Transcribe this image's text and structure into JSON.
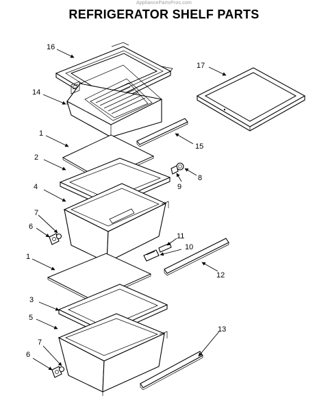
{
  "header": {
    "watermark": "AppliancePartsPros.com",
    "title": "REFRIGERATOR SHELF PARTS"
  },
  "callouts": {
    "c16": "16",
    "c17": "17",
    "c14": "14",
    "c15": "15",
    "c1a": "1",
    "c2": "2",
    "c8": "8",
    "c9": "9",
    "c4": "4",
    "c7a": "7",
    "c6a": "6",
    "c11": "11",
    "c10": "10",
    "c12": "12",
    "c1b": "1",
    "c3": "3",
    "c5": "5",
    "c13": "13",
    "c7b": "7",
    "c6b": "6"
  }
}
